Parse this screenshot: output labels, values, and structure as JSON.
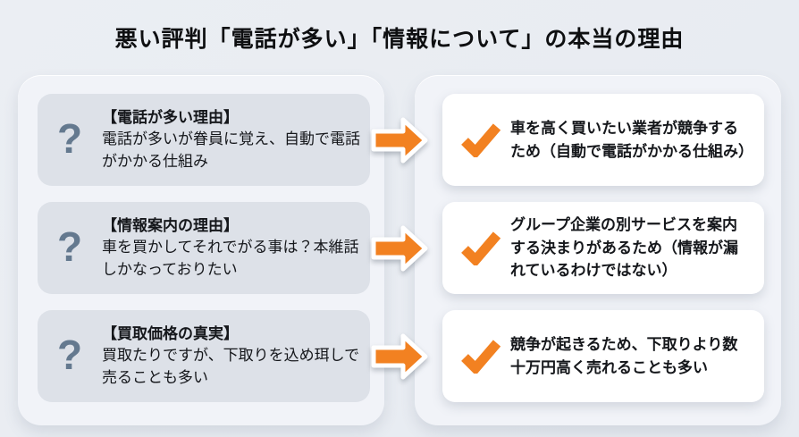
{
  "title": "悪い評判「電話が多い」「情報について」の本当の理由",
  "question_icon_glyph": "?",
  "colors": {
    "background": "#e9edf2",
    "panel": "#f1f3f8",
    "question_box": "#dde1e8",
    "answer_card": "#ffffff",
    "accent_orange": "#f28121",
    "question_mark_blue_gray": "#64798f"
  },
  "rows": [
    {
      "question": {
        "heading": "【電話が多い理由】",
        "body": "電話が多いが眷員に覚え、自動で電話がかかる仕組み"
      },
      "answer": "車を高く買いたい業者が競争するため（自動で電話がかかる仕組み）"
    },
    {
      "question": {
        "heading": "【情報案内の理由】",
        "body": "車を買かしてそれでがる事は？本維話しかなっておりたい"
      },
      "answer": "グループ企業の別サービスを案内する決まりがあるため（情報が漏れているわけではない）"
    },
    {
      "question": {
        "heading": "【買取価格の真実】",
        "body": "買取たりですが、下取りを込め珥しで売ることも多い"
      },
      "answer": "競争が起きるため、下取りより数十万円高く売れることも多い"
    }
  ]
}
